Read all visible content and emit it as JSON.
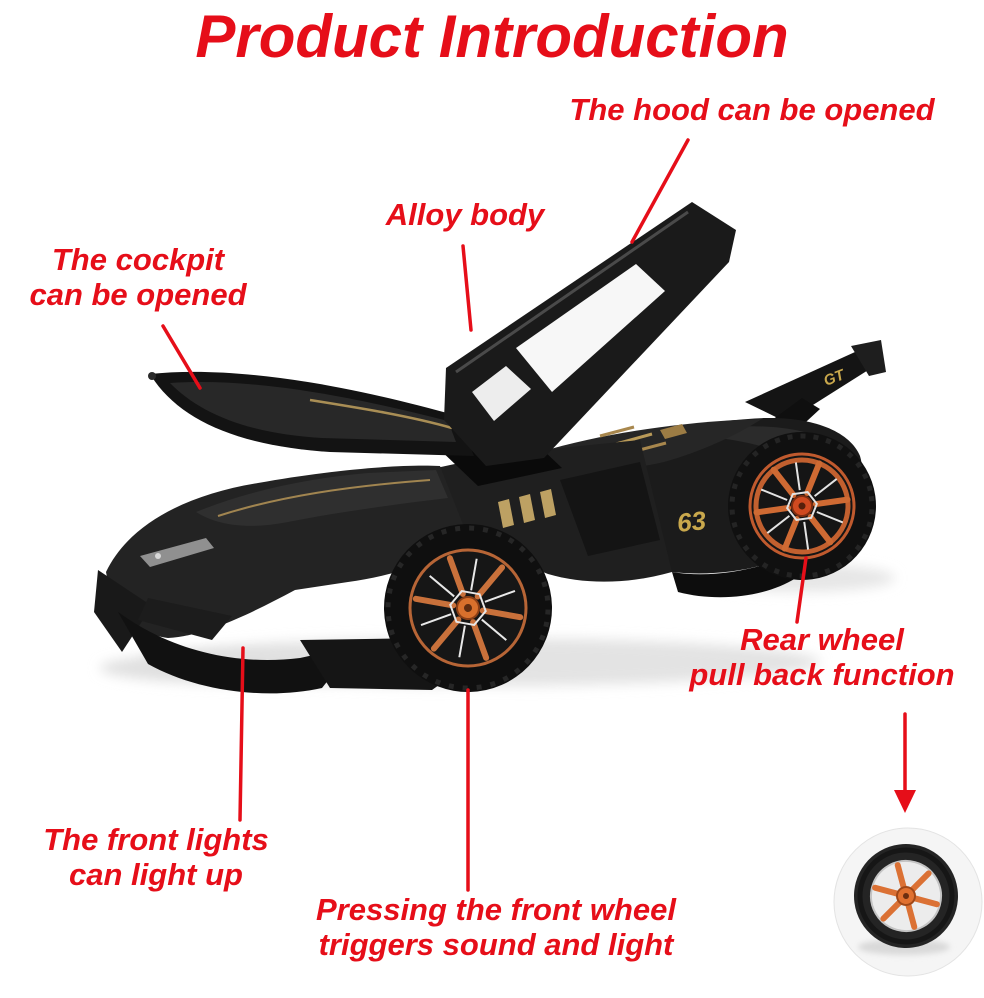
{
  "colors": {
    "accent_red": "#e60e19",
    "gold_accent": "#c9a84c",
    "copper_wheel": "#c9713b"
  },
  "title": {
    "text": "Product Introduction"
  },
  "annotations": {
    "hood": {
      "text": "The hood can be opened"
    },
    "alloy_body": {
      "text": "Alloy body"
    },
    "cockpit": {
      "line1": "The cockpit",
      "line2": "can be opened"
    },
    "rear_wheel": {
      "line1": "Rear wheel",
      "line2": "pull back function"
    },
    "front_lights": {
      "line1": "The front lights",
      "line2": "can light up"
    },
    "front_wheel": {
      "line1": "Pressing the front wheel",
      "line2": "triggers sound and light"
    }
  },
  "car": {
    "side_number": "63",
    "wing_badge": "GT"
  }
}
